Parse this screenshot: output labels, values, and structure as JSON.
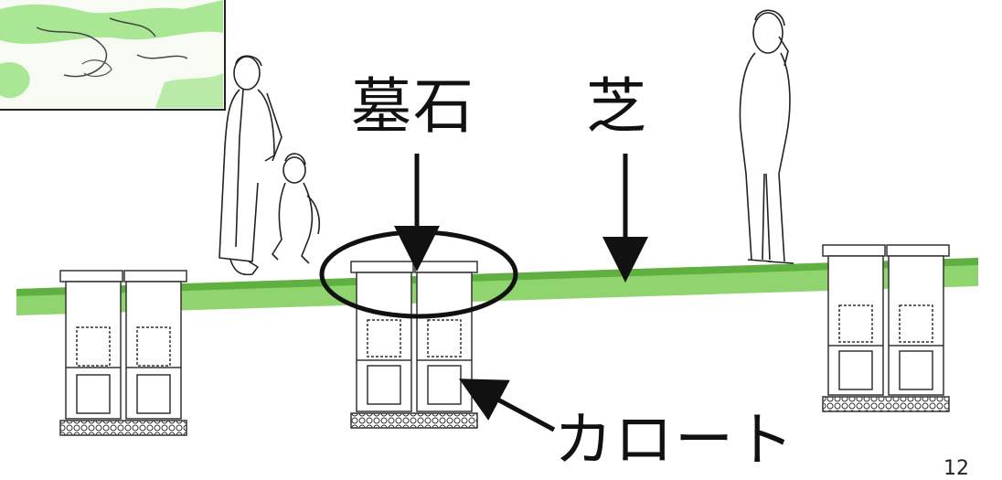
{
  "labels": {
    "gravestone": "墓石",
    "turf": "芝",
    "karoto": "カロート",
    "page_number": "12"
  },
  "colors": {
    "turf_green": "#7fcf5f",
    "turf_dark": "#5aa63f",
    "line": "#222222",
    "background": "#ffffff",
    "inset_green": "#8ee07a"
  },
  "figures": [
    {
      "name": "woman-with-child"
    },
    {
      "name": "standing-man-on-phone"
    }
  ],
  "graves": [
    {
      "name": "left-grave-pair"
    },
    {
      "name": "center-grave-pair"
    },
    {
      "name": "right-grave-pair"
    }
  ]
}
